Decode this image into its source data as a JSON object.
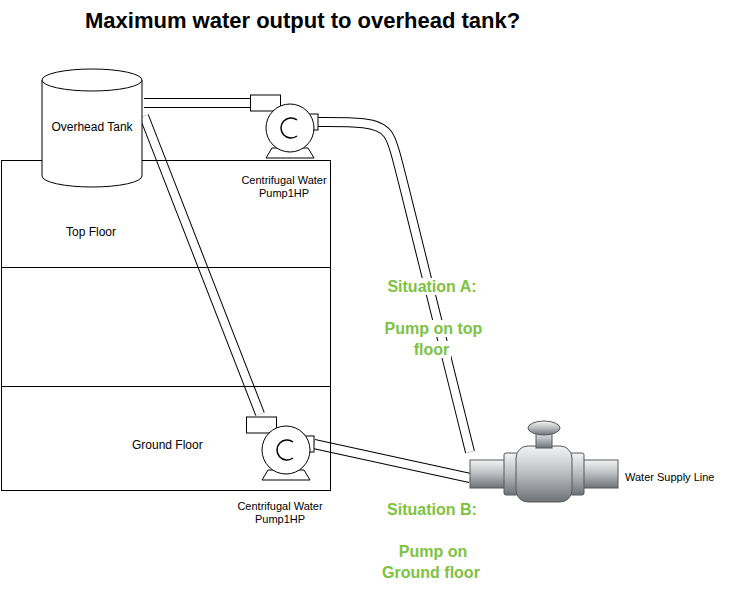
{
  "diagram": {
    "title": "Maximum water output to overhead tank?",
    "nodes": [
      {
        "text": [
          "Overhead Tank"
        ]
      },
      {
        "text": [
          "Top Floor"
        ]
      },
      {
        "text": [
          "Centrifugal Water Pump1HP"
        ]
      },
      {
        "text": [
          "Ground Floor"
        ]
      },
      {
        "text": [
          "Centrifugal Water Pump1HP"
        ],
        "in": 3
      },
      {
        "text": [
          "Water Supply Line"
        ]
      }
    ],
    "edges": [
      {
        "from": 2,
        "to": 0,
        "arrow": "none"
      },
      {
        "from": 5,
        "to": 2,
        "arrow": "none"
      },
      {
        "from": 4,
        "to": 0,
        "arrow": "none"
      },
      {
        "from": 5,
        "to": 4,
        "arrow": "none"
      }
    ],
    "labels": [
      "Situation A:",
      "Pump on top floor",
      "Situation B:",
      "Pump on Ground floor"
    ]
  }
}
